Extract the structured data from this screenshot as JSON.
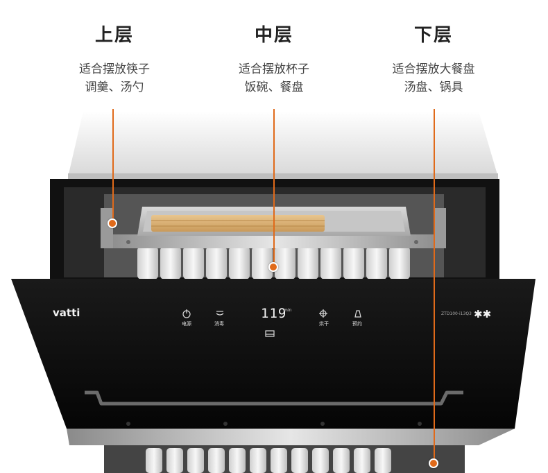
{
  "levels": [
    {
      "title": "上层",
      "line1": "适合摆放筷子",
      "line2": "调羹、汤勺"
    },
    {
      "title": "中层",
      "line1": "适合摆放杯子",
      "line2": "饭碗、餐盘"
    },
    {
      "title": "下层",
      "line1": "适合摆放大餐盘",
      "line2": "汤盘、锅具"
    }
  ],
  "panel": {
    "brand": "vatti",
    "model": "ZTD100-i13Q3",
    "timer": "119",
    "timer_unit": "min",
    "btn_power": "电源",
    "btn_disinfect": "消毒",
    "btn_dry": "烘干",
    "btn_appointment": "预约",
    "stars": "✱✱"
  },
  "accent_color": "#e06a1a"
}
